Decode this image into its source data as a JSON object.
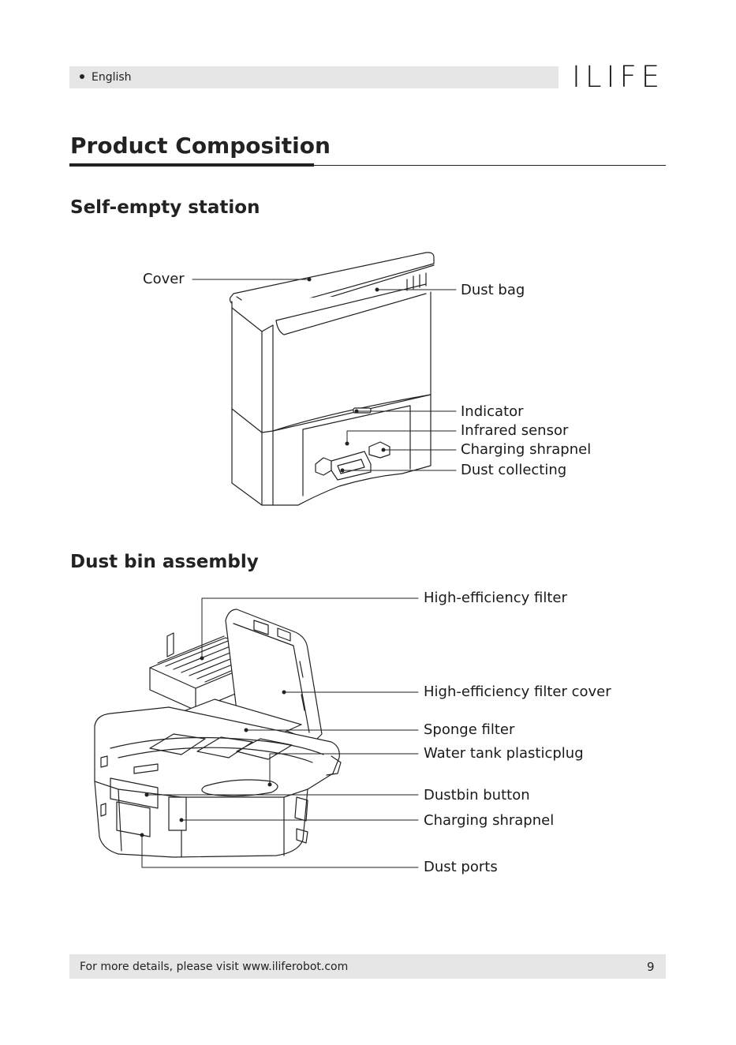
{
  "header": {
    "language": "English",
    "brand": "ILIFE"
  },
  "page_title": "Product Composition",
  "sections": {
    "station": {
      "title": "Self-empty station",
      "labels": {
        "cover": "Cover",
        "dust_bag": "Dust bag",
        "indicator": "Indicator",
        "infrared_sensor": "Infrared sensor",
        "charging_shrapnel": "Charging shrapnel",
        "dust_collecting": "Dust collecting"
      }
    },
    "dustbin": {
      "title": "Dust bin assembly",
      "labels": {
        "hepa_filter": "High-efficiency filter",
        "hepa_filter_cover": "High-efficiency filter cover",
        "sponge_filter": "Sponge filter",
        "water_tank_plug": "Water tank plasticplug",
        "dustbin_button": "Dustbin button",
        "charging_shrapnel": "Charging shrapnel",
        "dust_ports": "Dust ports"
      }
    }
  },
  "footer": {
    "text": "For more details, please visit www.iliferobot.com",
    "page_number": "9"
  }
}
